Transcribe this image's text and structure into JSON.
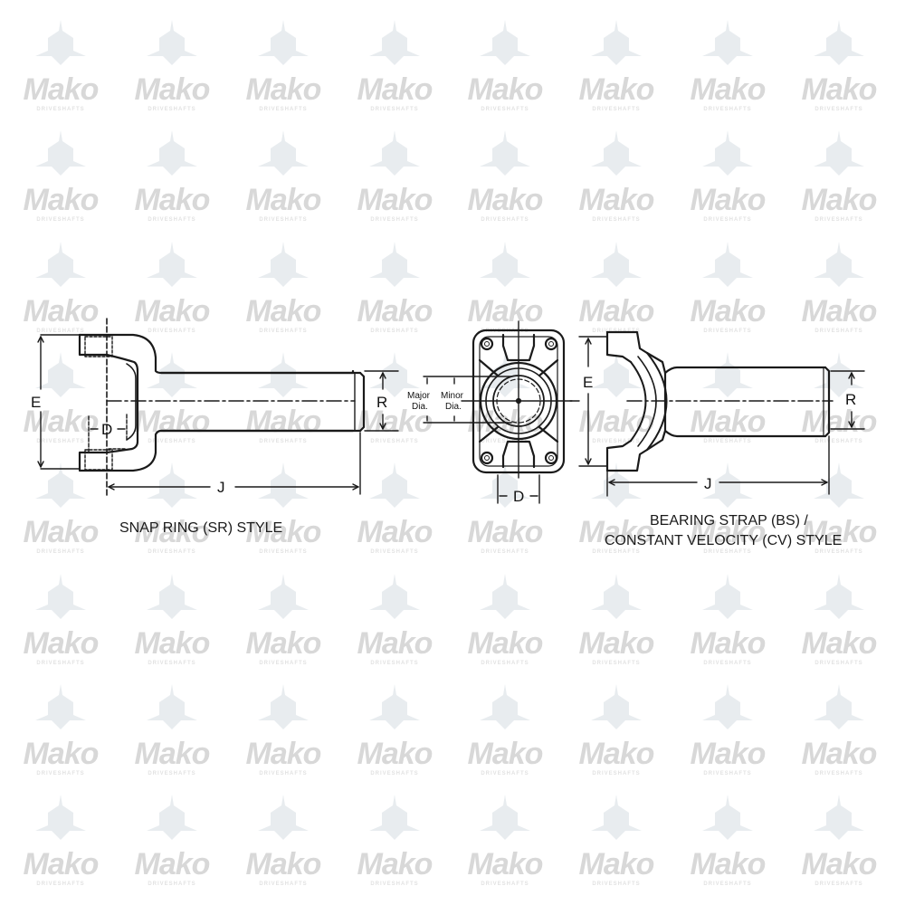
{
  "watermark": {
    "brand": "Mako",
    "subtitle": "DRIVESHAFTS",
    "color": "#d8d8d8",
    "grid": {
      "columns": 8,
      "rows": 8
    }
  },
  "diagrams": {
    "snap_ring": {
      "caption": "SNAP RING (SR) STYLE",
      "labels": {
        "E": "E",
        "D": "D",
        "R": "R",
        "J": "J"
      }
    },
    "end_view": {
      "labels": {
        "major": "Major",
        "major_dia": "Dia.",
        "minor": "Minor",
        "minor_dia": "Dia.",
        "D": "D"
      }
    },
    "bearing_strap": {
      "caption_line1": "BEARING STRAP (BS) /",
      "caption_line2": "CONSTANT VELOCITY (CV) STYLE",
      "labels": {
        "E": "E",
        "R": "R",
        "J": "J"
      }
    }
  },
  "colors": {
    "line": "#1a1a1a",
    "background": "#ffffff",
    "watermark": "#d8d8d8"
  }
}
